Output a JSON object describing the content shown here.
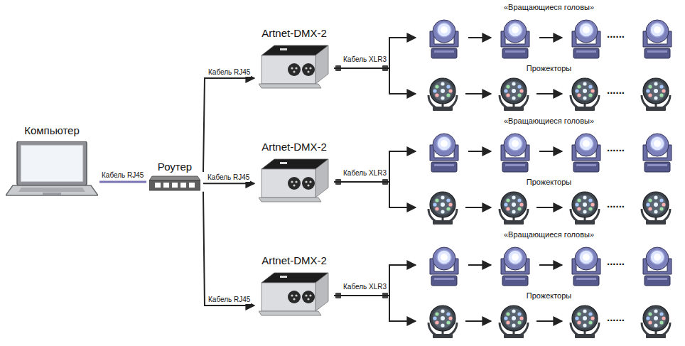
{
  "diagram": {
    "nodes": [
      {
        "text": [
          "Компьютер"
        ]
      },
      {
        "text": [
          "Роутер"
        ]
      },
      {
        "text": [
          "Artnet-DMX-2"
        ]
      },
      {
        "text": [
          "«Вращающиеся головы»"
        ]
      },
      {
        "text": [
          "Прожекторы"
        ]
      },
      {
        "text": [
          "Artnet-DMX-2"
        ]
      },
      {
        "text": [
          "«Вращающиеся головы»"
        ]
      },
      {
        "text": [
          "Прожекторы"
        ]
      },
      {
        "text": [
          "Artnet-DMX-2"
        ]
      },
      {
        "text": [
          "«Вращающиеся головы»"
        ]
      },
      {
        "text": [
          "Прожекторы"
        ]
      }
    ],
    "edges": [
      {
        "from": 0,
        "to": 1,
        "arrow": "none",
        "label": "Кабель RJ45"
      },
      {
        "from": 1,
        "to": 2,
        "arrow": "to",
        "label": "Кабель RJ45"
      },
      {
        "from": 1,
        "to": 5,
        "arrow": "to",
        "label": "Кабель RJ45"
      },
      {
        "from": 1,
        "to": 8,
        "arrow": "to",
        "label": "Кабель RJ45"
      },
      {
        "from": 2,
        "to": 3,
        "arrow": "to"
      },
      {
        "from": 2,
        "to": 4,
        "arrow": "to"
      },
      {
        "from": 5,
        "to": 6,
        "arrow": "to"
      },
      {
        "from": 5,
        "to": 7,
        "arrow": "to"
      },
      {
        "from": 8,
        "to": 9,
        "arrow": "to"
      },
      {
        "from": 8,
        "to": 10,
        "arrow": "to"
      }
    ],
    "labels": [
      "Кабель XLR3",
      "......",
      "......",
      "Кабель XLR3",
      "......",
      "......",
      "Кабель XLR3",
      "......",
      "......"
    ]
  }
}
